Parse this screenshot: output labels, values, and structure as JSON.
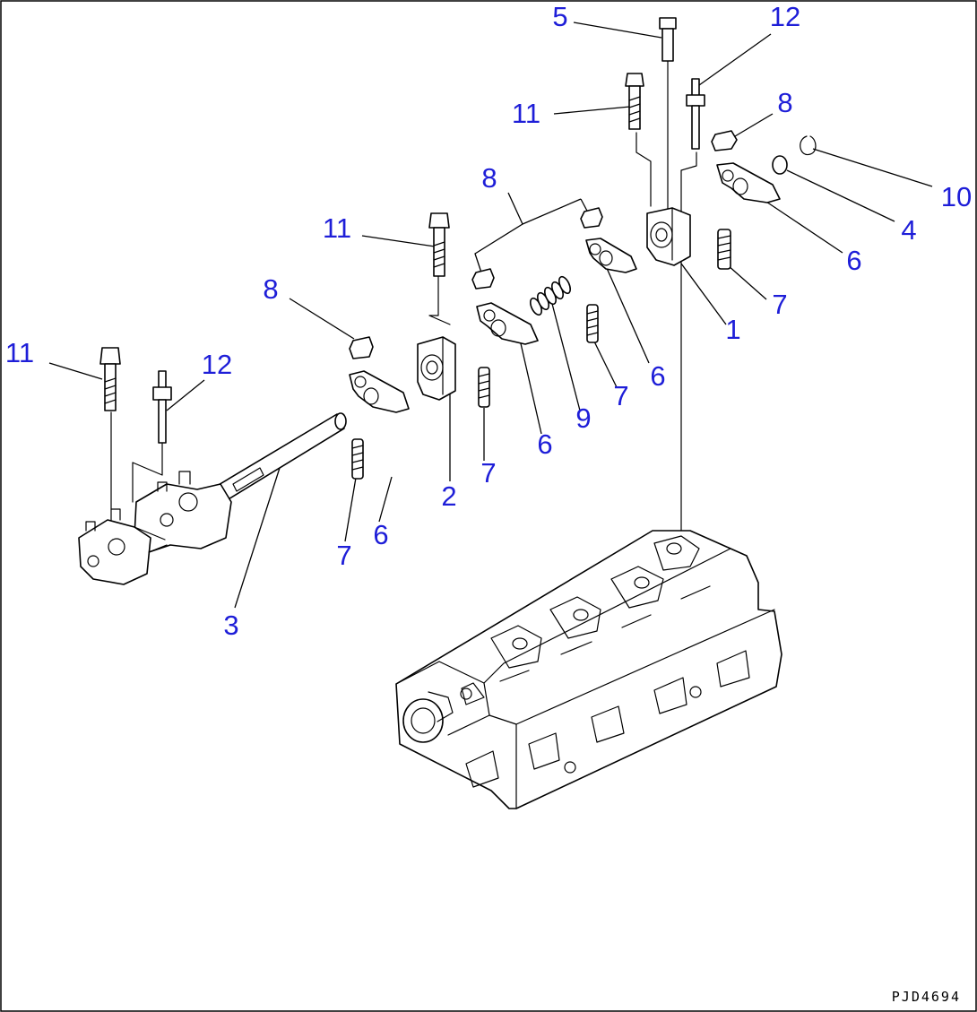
{
  "drawing_number": "PJD4694",
  "callouts": {
    "c5": "5",
    "c12a": "12",
    "c11a": "11",
    "c8a": "8",
    "c8b": "8",
    "c10": "10",
    "c4": "4",
    "c6a": "6",
    "c7a": "7",
    "c1": "1",
    "c11b": "11",
    "c8c": "8",
    "c9": "9",
    "c6b": "6",
    "c7b": "7",
    "c6c": "6",
    "c7c": "7",
    "c2": "2",
    "c11c": "11",
    "c12b": "12",
    "c6d": "6",
    "c7d": "7",
    "c3": "3"
  },
  "colors": {
    "callout": "#1e1ed8",
    "linework": "#000000"
  }
}
